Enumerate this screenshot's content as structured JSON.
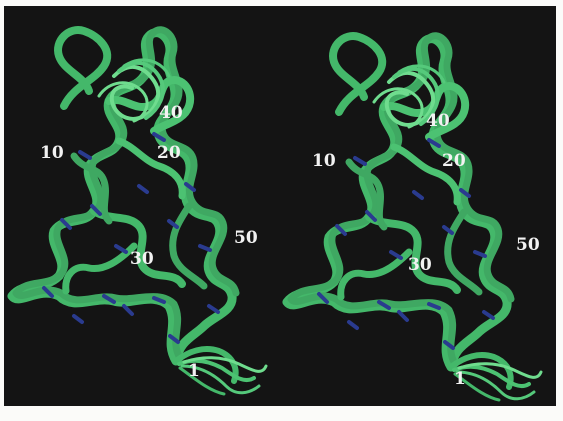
{
  "colors": {
    "background": "#141414",
    "backbone": "#44b86a",
    "backbone_highlight": "#6fdc8e",
    "segment_marker": "#2a3b8f",
    "label": "#f2f2f2",
    "page": "#fbfbf9"
  },
  "stereo_views": [
    {
      "name": "left",
      "labels": {
        "r1": "1",
        "r10": "10",
        "r20": "20",
        "r30": "30",
        "r40": "40",
        "r50": "50"
      }
    },
    {
      "name": "right",
      "labels": {
        "r1": "1",
        "r10": "10",
        "r20": "20",
        "r30": "30",
        "r40": "40",
        "r50": "50"
      }
    }
  ]
}
